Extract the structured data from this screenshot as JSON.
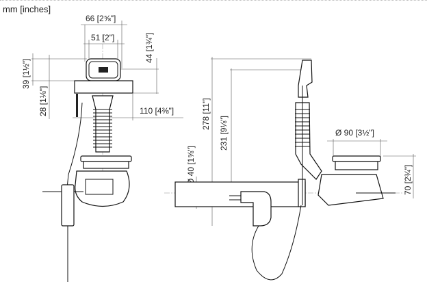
{
  "units_label": "mm [inches]",
  "front_view": {
    "dims": {
      "width_top": "66 [2⅝\"]",
      "width_inner": "51 [2\"]",
      "height_handle": "44 [1¾\"]",
      "height_knob": "39 [1½\"]",
      "height_plate": "28 [1⅛\"]",
      "projection": "110 [4⅜\"]"
    }
  },
  "side_view": {
    "dims": {
      "overall_height": "278 [11\"]",
      "height_to_pipe": "231 [9⅛\"]",
      "pipe_diameter": "Ø 40 [1⅝\"]",
      "flange_diameter": "Ø 90 [3½\"]",
      "flange_height": "70 [2¾\"]"
    }
  }
}
